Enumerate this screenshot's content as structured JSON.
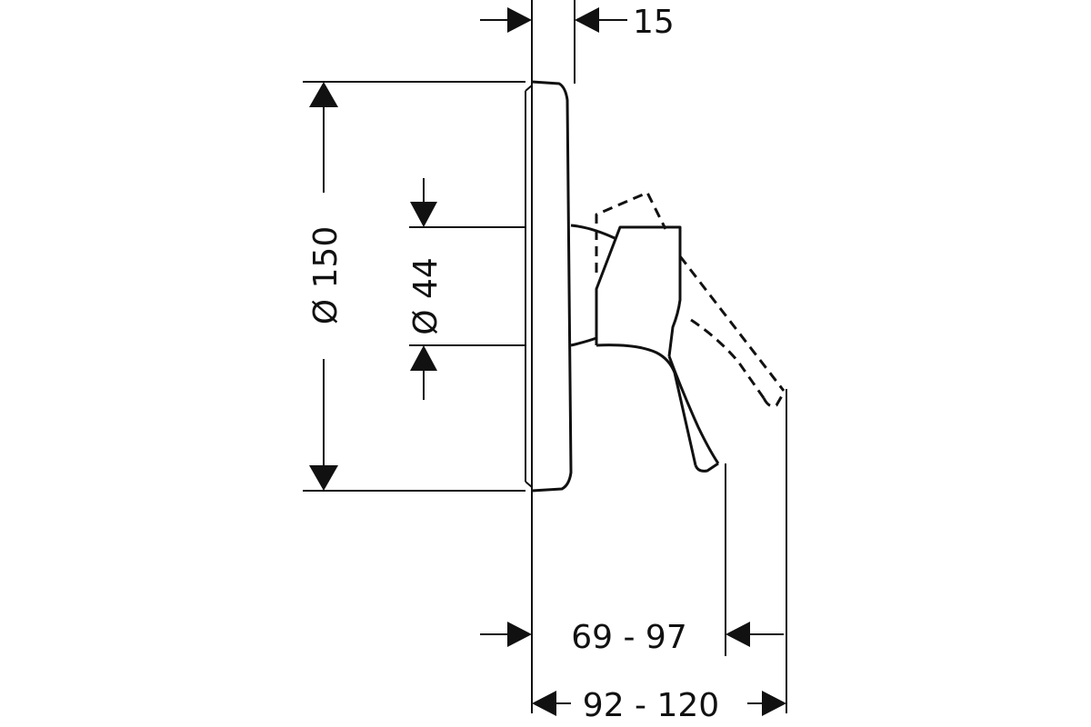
{
  "dimensions": {
    "top_offset": "15",
    "rosette_diameter": "Ø 150",
    "body_diameter": "Ø 44",
    "lever_reach": "69 - 97",
    "total_reach": "92 - 120"
  }
}
